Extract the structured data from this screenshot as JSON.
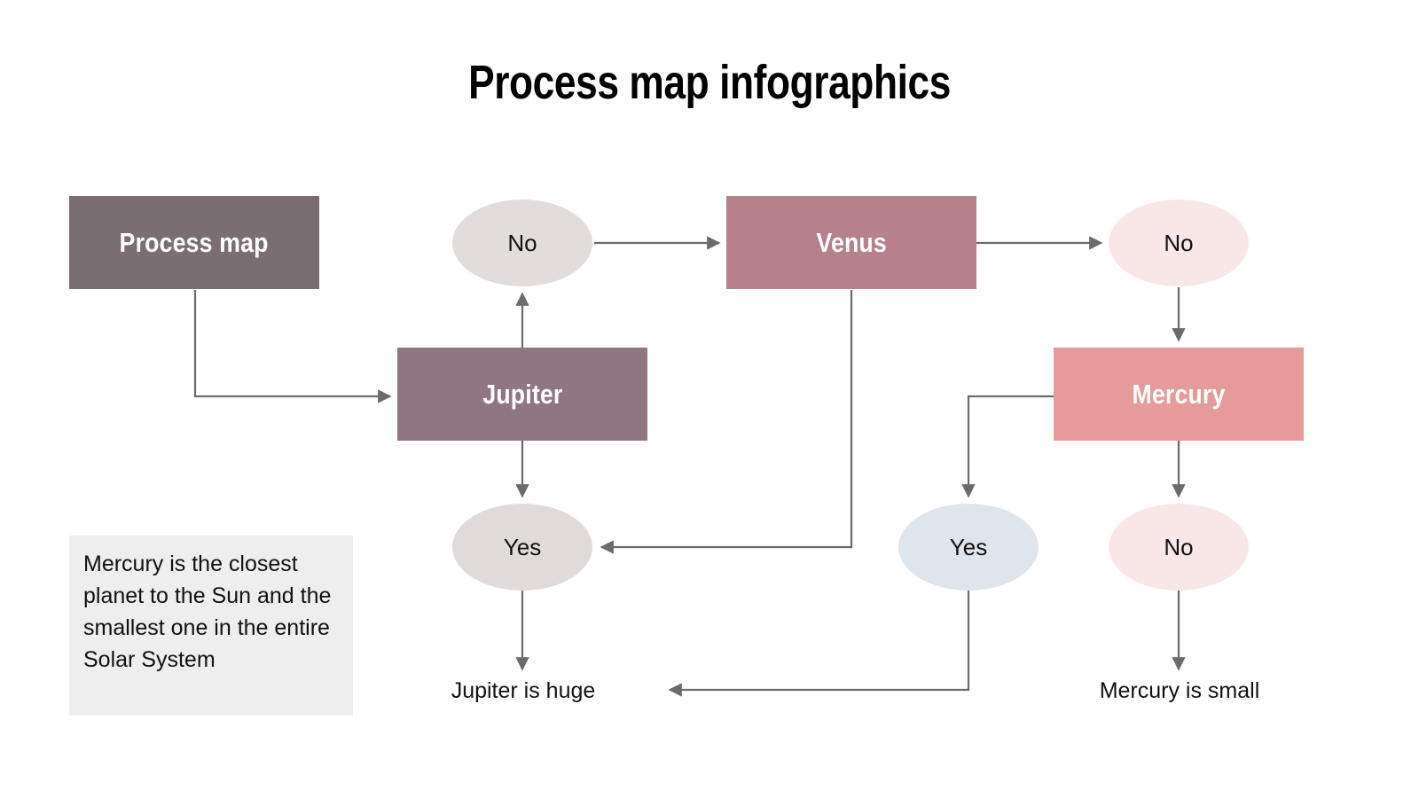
{
  "page": {
    "title": "Process map infographics",
    "background": "#ffffff"
  },
  "colors": {
    "process_map_box": "#7a6e73",
    "jupiter_box": "#8f7680",
    "venus_box": "#b7818c",
    "mercury_box": "#e79a9a",
    "ellipse_gray": "#e2dcdd",
    "ellipse_pink": "#f9e7e7",
    "ellipse_blue": "#dfe5ed",
    "note_background": "#eeeeee",
    "connector": "#6b6b6b",
    "text_dark": "#111111",
    "text_light": "#ffffff"
  },
  "nodes": {
    "process_map": {
      "label": "Process map",
      "shape": "rectangle"
    },
    "jupiter": {
      "label": "Jupiter",
      "shape": "rectangle"
    },
    "venus": {
      "label": "Venus",
      "shape": "rectangle"
    },
    "mercury": {
      "label": "Mercury",
      "shape": "rectangle"
    },
    "no_left": {
      "label": "No",
      "shape": "ellipse"
    },
    "no_topright": {
      "label": "No",
      "shape": "ellipse"
    },
    "yes_left": {
      "label": "Yes",
      "shape": "ellipse"
    },
    "yes_mid": {
      "label": "Yes",
      "shape": "ellipse"
    },
    "no_botright": {
      "label": "No",
      "shape": "ellipse"
    }
  },
  "endpoints": {
    "jupiter_huge": "Jupiter is huge",
    "mercury_small": "Mercury is small"
  },
  "note": {
    "text": "Mercury is the closest planet to the Sun and the smallest one in the entire Solar System"
  }
}
